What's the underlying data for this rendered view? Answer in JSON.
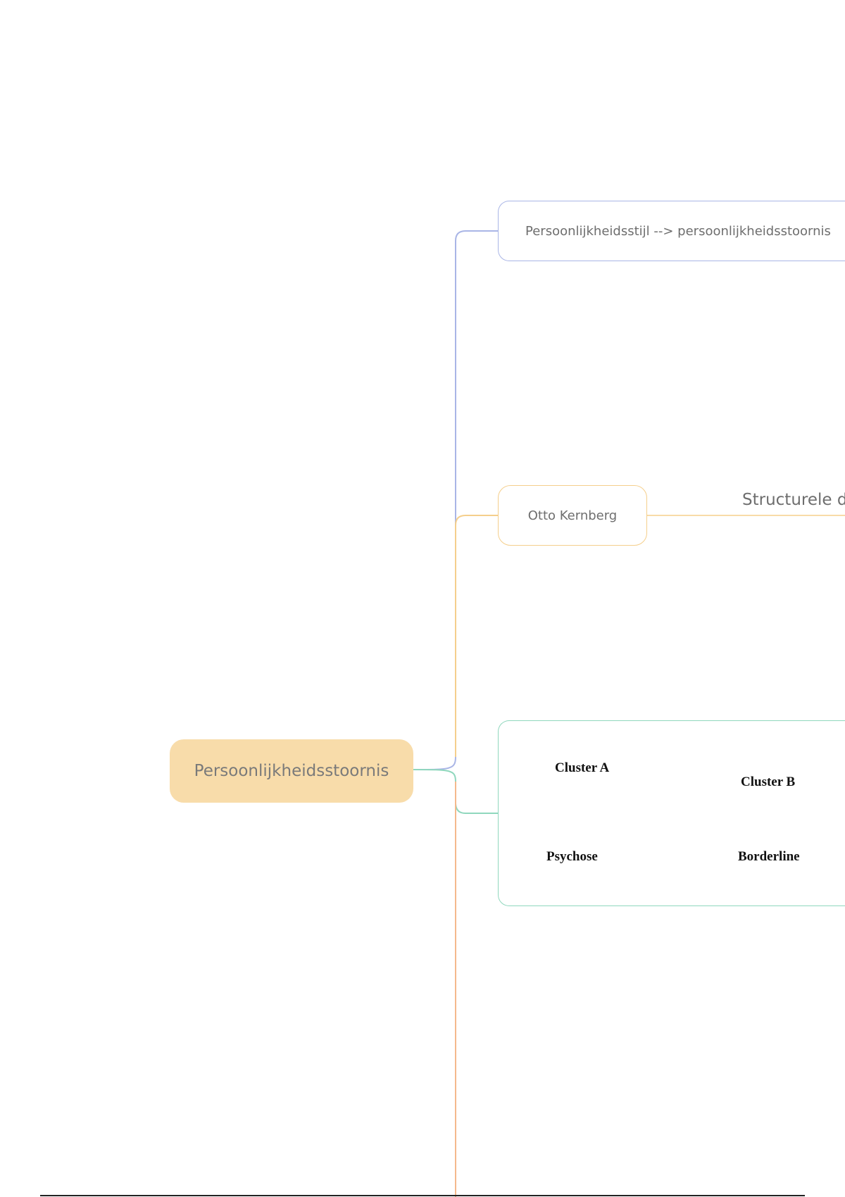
{
  "mindmap": {
    "root": {
      "label": "Persoonlijkheidsstoornis"
    },
    "branches": [
      {
        "label": "Persoonlijkheidsstijl --> persoonlijkheidsstoornis",
        "color": "#a9b5e6"
      },
      {
        "label": "Otto Kernberg",
        "color": "#f5cf8c",
        "child_label": "Structurele di"
      },
      {
        "color": "#8fd7bd",
        "image": {
          "labels_top": [
            "Cluster A",
            "Cluster B"
          ],
          "labels_bottom": [
            "Psychose",
            "Borderline"
          ],
          "arrow_color": "#5aa832",
          "arrow_direction": "left"
        }
      }
    ],
    "trunk_color_lower": "#f5b98c"
  }
}
